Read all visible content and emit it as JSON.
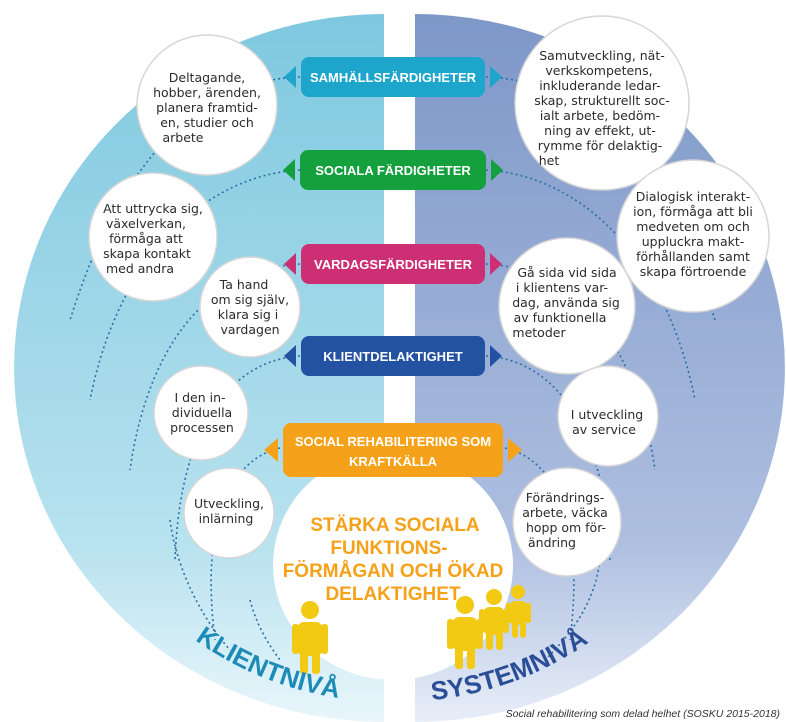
{
  "colors": {
    "left_half": "#9dd3e6",
    "right_half": "#93a9d3",
    "band_samhall": "#1ea5cc",
    "band_sociala": "#13a03d",
    "band_vardags": "#cc2f74",
    "band_klient": "#2452a3",
    "band_kraft": "#f6a11a",
    "center_text": "#f6a11a",
    "level_left": "#1c8bb8",
    "level_right": "#2b4e98"
  },
  "bands": {
    "samhall": "SAMHÄLLSFÄRDIGHETER",
    "sociala": "SOCIALA FÄRDIGHETER",
    "vardags": "VARDAGSFÄRDIGHETER",
    "klient": "KLIENTDELAKTIGHET",
    "kraft": [
      "SOCIAL REHABILITERING SOM",
      "KRAFTKÄLLA"
    ]
  },
  "left_bubbles": {
    "b1": [
      "Deltagande,",
      "hobber, ärenden,",
      "planera framtid-",
      "en, studier och",
      "arbete"
    ],
    "b2": [
      "Att uttrycka sig,",
      "växelverkan,",
      "förmåga att",
      "skapa kontakt",
      "med andra"
    ],
    "b3": [
      "Ta hand",
      "om sig själv,",
      "klara sig i",
      "vardagen"
    ],
    "b4": [
      "I den in-",
      "dividuella",
      "processen"
    ],
    "b5": [
      "Utveckling,",
      "inlärning"
    ]
  },
  "right_bubbles": {
    "b1": [
      "Samutveckling, nät-",
      "verkskompetens,",
      "inkluderande ledar-",
      "skap, strukturellt soc-",
      "ialt arbete, bedöm-",
      "ning av effekt, ut-",
      "rymme för delaktig-",
      "het"
    ],
    "b2": [
      "Dialogisk interakt-",
      "ion, förmåga att bli",
      "medveten om och",
      "uppluckra makt-",
      "förhållanden samt",
      "skapa förtroende"
    ],
    "b3": [
      "Gå sida vid sida",
      "i klientens var-",
      "dag, använda sig",
      "av funktionella",
      "metoder"
    ],
    "b4": [
      "I utveckling",
      "av service"
    ],
    "b5": [
      "Förändrings-",
      "arbete, väcka",
      "hopp om för-",
      "ändring"
    ]
  },
  "center": [
    "STÄRKA SOCIALA",
    "FUNKTIONS-",
    "FÖRMÅGAN OCH ÖKAD",
    "DELAKTIGHET"
  ],
  "levels": {
    "left": "KLIENTNIVÅ",
    "right": "SYSTEMNIVÅ"
  },
  "caption": "Social rehabilitering som delad helhet (SOSKU 2015-2018)"
}
